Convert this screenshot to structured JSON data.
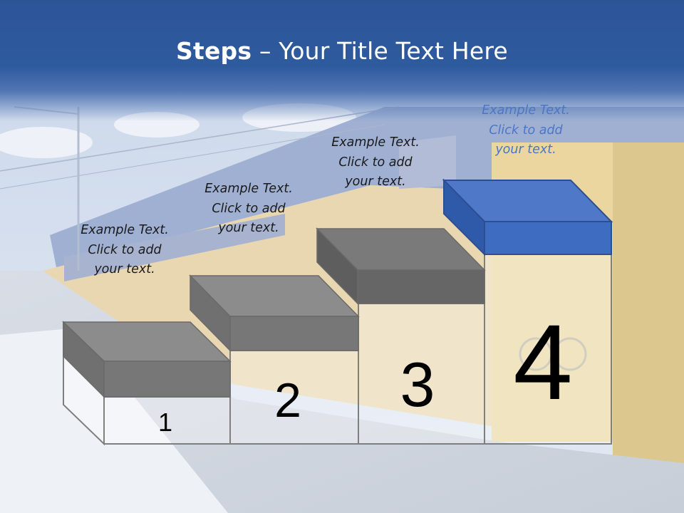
{
  "title": {
    "bold": "Steps",
    "rest": " – Your Title Text Here"
  },
  "steps": [
    {
      "number": "1",
      "text": [
        "Example Text.",
        "Click  to add",
        "your text."
      ]
    },
    {
      "number": "2",
      "text": [
        "Example Text.",
        "Click  to add",
        "your text."
      ]
    },
    {
      "number": "3",
      "text": [
        "Example Text.",
        "Click  to add",
        "your text."
      ]
    },
    {
      "number": "4",
      "text": [
        "Example Text.",
        "Click  to add",
        "your text."
      ]
    }
  ],
  "colors": {
    "header": "#2c5598",
    "step_gray": "#7f7f7f",
    "step_blue": "#4472c4",
    "label_blue": "#4a76c6"
  }
}
